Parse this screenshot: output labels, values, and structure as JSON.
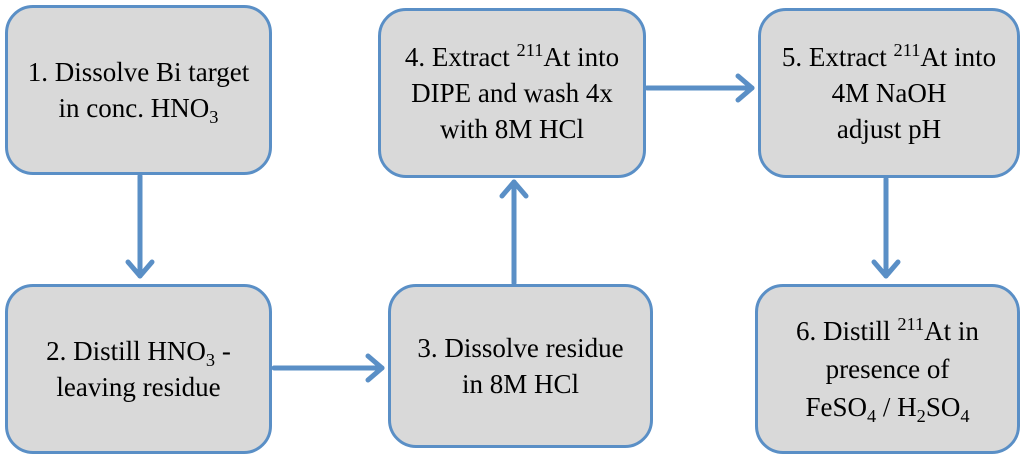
{
  "diagram": {
    "arrow_color": "#5a8fc6",
    "box_fill": "#d9d9d9",
    "box_border": "#5a8fc6"
  },
  "steps": {
    "step1": {
      "line1": "1. Dissolve Bi target",
      "line2_prefix": "in conc. HNO",
      "line2_sub": "3"
    },
    "step2": {
      "line1_prefix": "2. Distill HNO",
      "line1_sub": "3",
      "line1_suffix": " -",
      "line2": "leaving residue"
    },
    "step3": {
      "line1": "3. Dissolve residue",
      "line2": "in 8M HCl"
    },
    "step4": {
      "line1_prefix": "4. Extract ",
      "line1_sup": "211",
      "line1_suffix": "At into",
      "line2": "DIPE and wash 4x",
      "line3": "with 8M HCl"
    },
    "step5": {
      "line1_prefix": "5. Extract ",
      "line1_sup": "211",
      "line1_suffix": "At into",
      "line2": "4M NaOH",
      "line3": "adjust pH"
    },
    "step6": {
      "line1_prefix": "6. Distill ",
      "line1_sup": "211",
      "line1_suffix": "At in",
      "line2": "presence of",
      "line3_a": "FeSO",
      "line3_a_sub": "4",
      "line3_sep": " / H",
      "line3_b_sub": "2",
      "line3_c": "SO",
      "line3_c_sub": "4"
    }
  }
}
